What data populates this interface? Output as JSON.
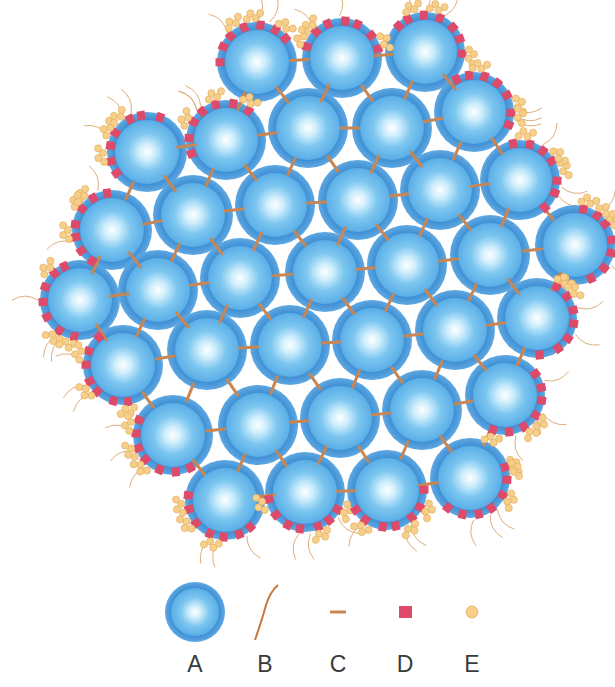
{
  "diagram": {
    "legend": [
      {
        "text": "A"
      },
      {
        "text": "B"
      },
      {
        "text": "C"
      },
      {
        "text": "D"
      },
      {
        "text": "E"
      }
    ]
  }
}
